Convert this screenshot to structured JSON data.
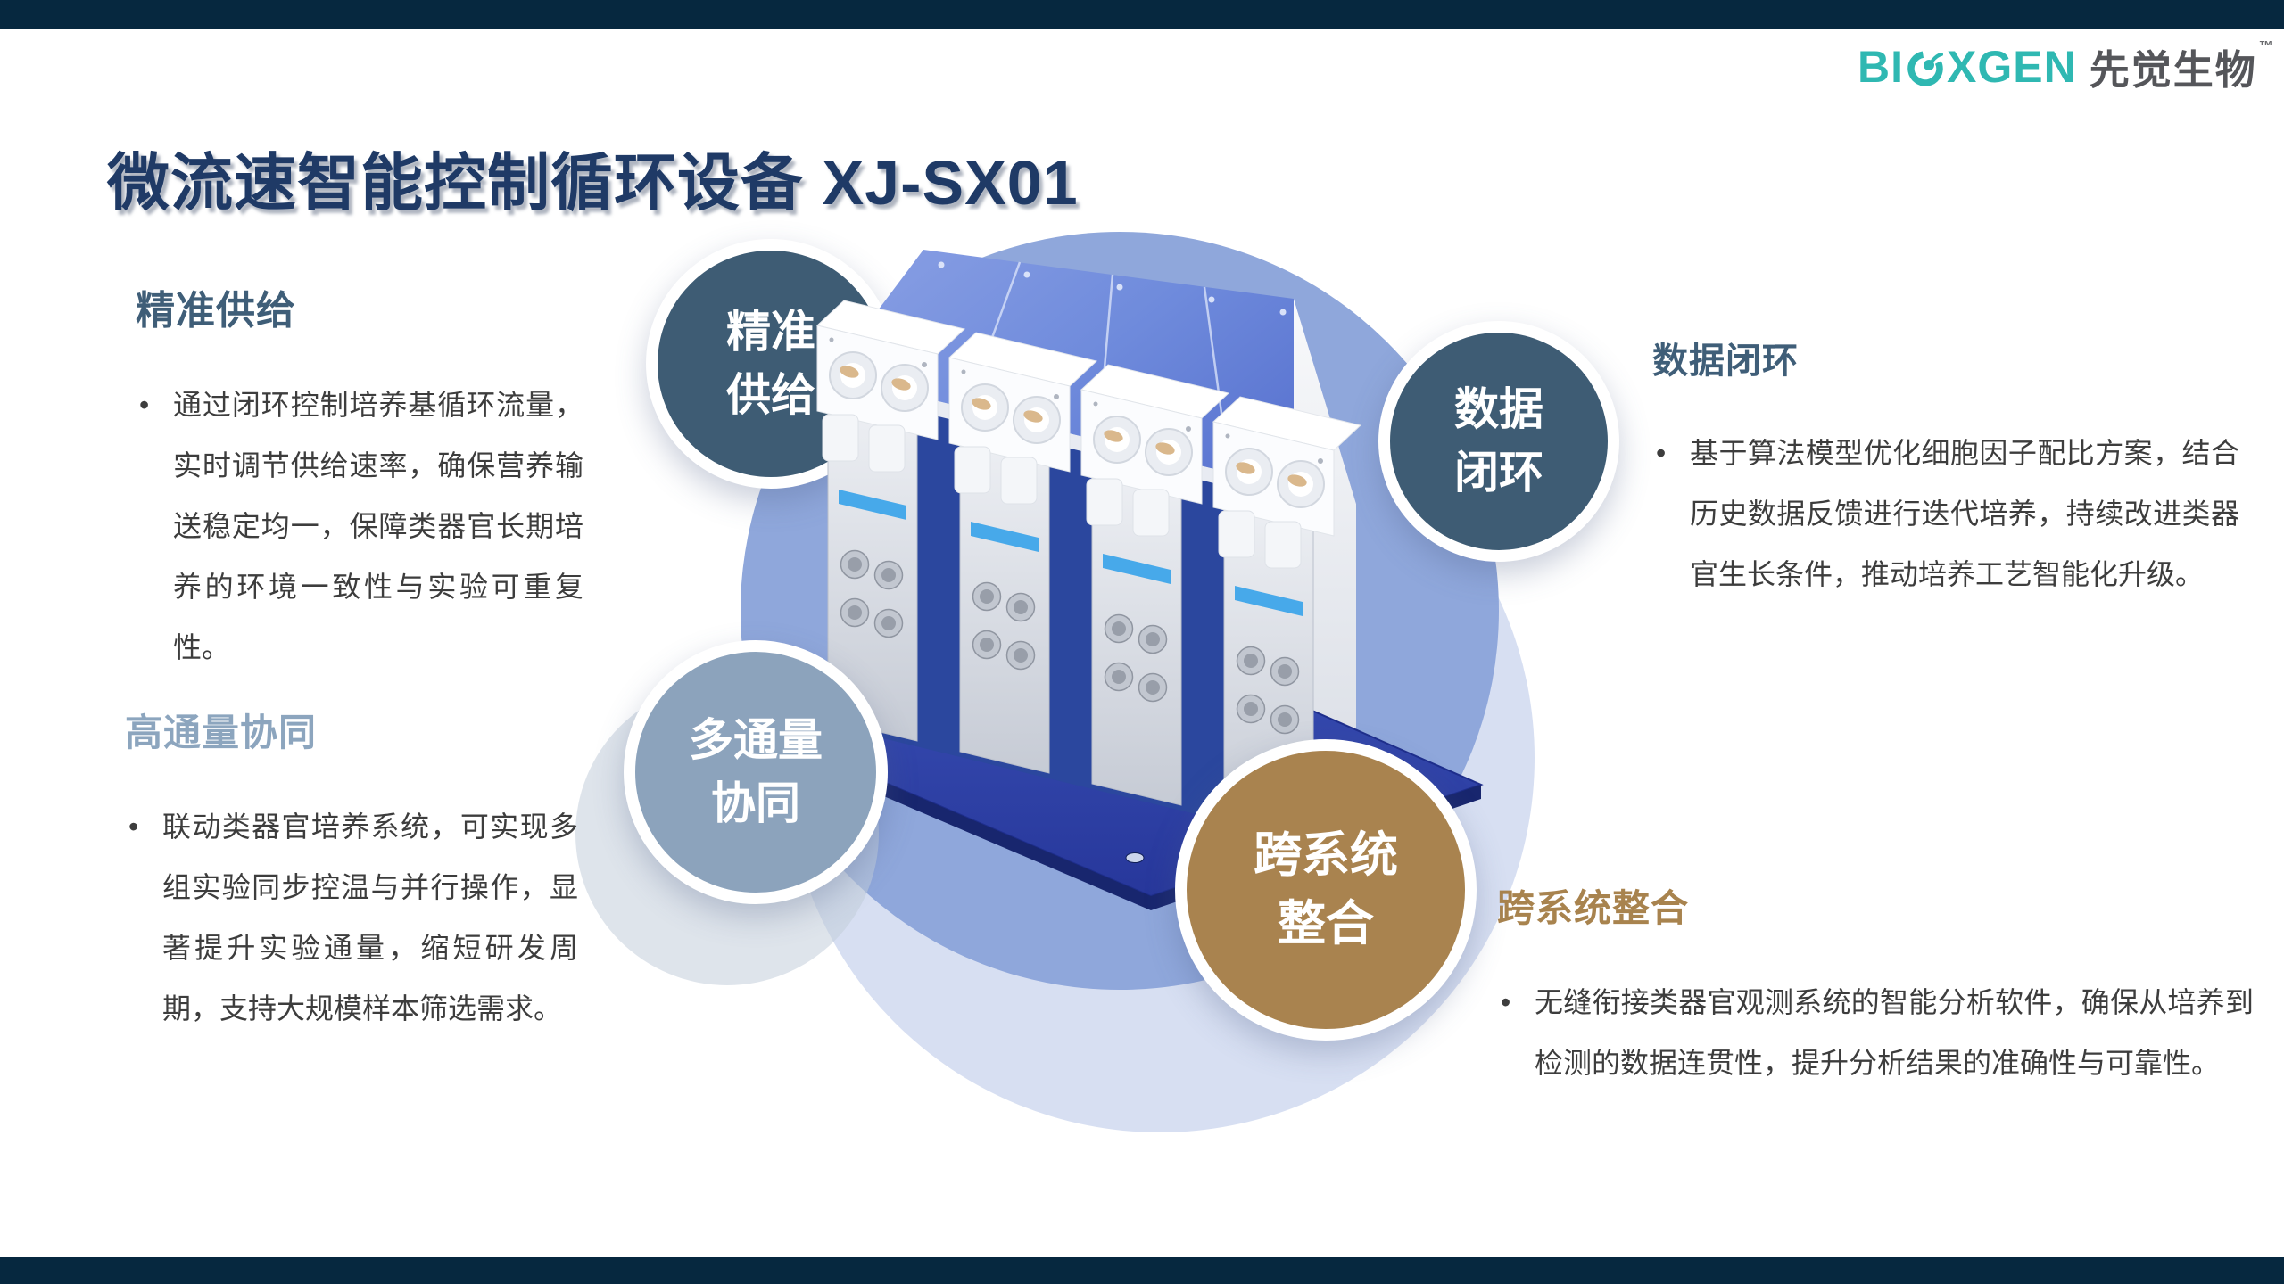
{
  "logo": {
    "brand_prefix": "BI",
    "brand_suffix": "XGEN",
    "cn_name": "先觉生物",
    "tm": "™",
    "teal": "#2FB8B2",
    "gray": "#55565A"
  },
  "title": "微流速智能控制循环设备 XJ-SX01",
  "sections": [
    {
      "id": "precise-supply",
      "heading": "精准供给",
      "heading_color": "#3F5E78",
      "bullet": "通过闭环控制培养基循环流量，实时调节供给速率，确保营养输送稳定均一，保障类器官长期培养的环境一致性与实验可重复性。"
    },
    {
      "id": "high-throughput",
      "heading": "高通量协同",
      "heading_color": "#8CA5BE",
      "bullet": "联动类器官培养系统，可实现多组实验同步控温与并行操作，显著提升实验通量，缩短研发周期，支持大规模样本筛选需求。"
    },
    {
      "id": "data-loop",
      "heading": "数据闭环",
      "heading_color": "#3F5E78",
      "bullet": "基于算法模型优化细胞因子配比方案，结合历史数据反馈进行迭代培养，持续改进类器官生长条件，推动培养工艺智能化升级。"
    },
    {
      "id": "cross-system",
      "heading": "跨系统整合",
      "heading_color": "#A8834E",
      "bullet": "无缝衔接类器官观测系统的智能分析软件，确保从培养到检测的数据连贯性，提升分析结果的准确性与可靠性。"
    }
  ],
  "badges": [
    {
      "id": "badge-precise-supply",
      "line1": "精准",
      "line2": "供给",
      "color": "#3E5C74"
    },
    {
      "id": "badge-data-loop",
      "line1": "数据",
      "line2": "闭环",
      "color": "#3E5C74"
    },
    {
      "id": "badge-multi-channel",
      "line1": "多通量",
      "line2": "协同",
      "color": "#8CA3BC"
    },
    {
      "id": "badge-cross-system",
      "line1": "跨系统",
      "line2": "整合",
      "color": "#A9834F"
    }
  ],
  "decor": {
    "top_bar_color": "#06283F",
    "bottom_bar_color": "#06283F",
    "main_circle_color": "#8FA7DB",
    "soft_circle_color": "#B6C4E8",
    "crescent_circle_color": "#C2CDDB"
  },
  "device": {
    "description": "XJ-SX01 four-channel micro-flow circulation device",
    "base_color": "#2B3FA5",
    "deck_color": "#6F8BDC",
    "module_color": "#EFF1F5",
    "stripe_color": "#47A9EA",
    "roller_color": "#DAB88C"
  }
}
